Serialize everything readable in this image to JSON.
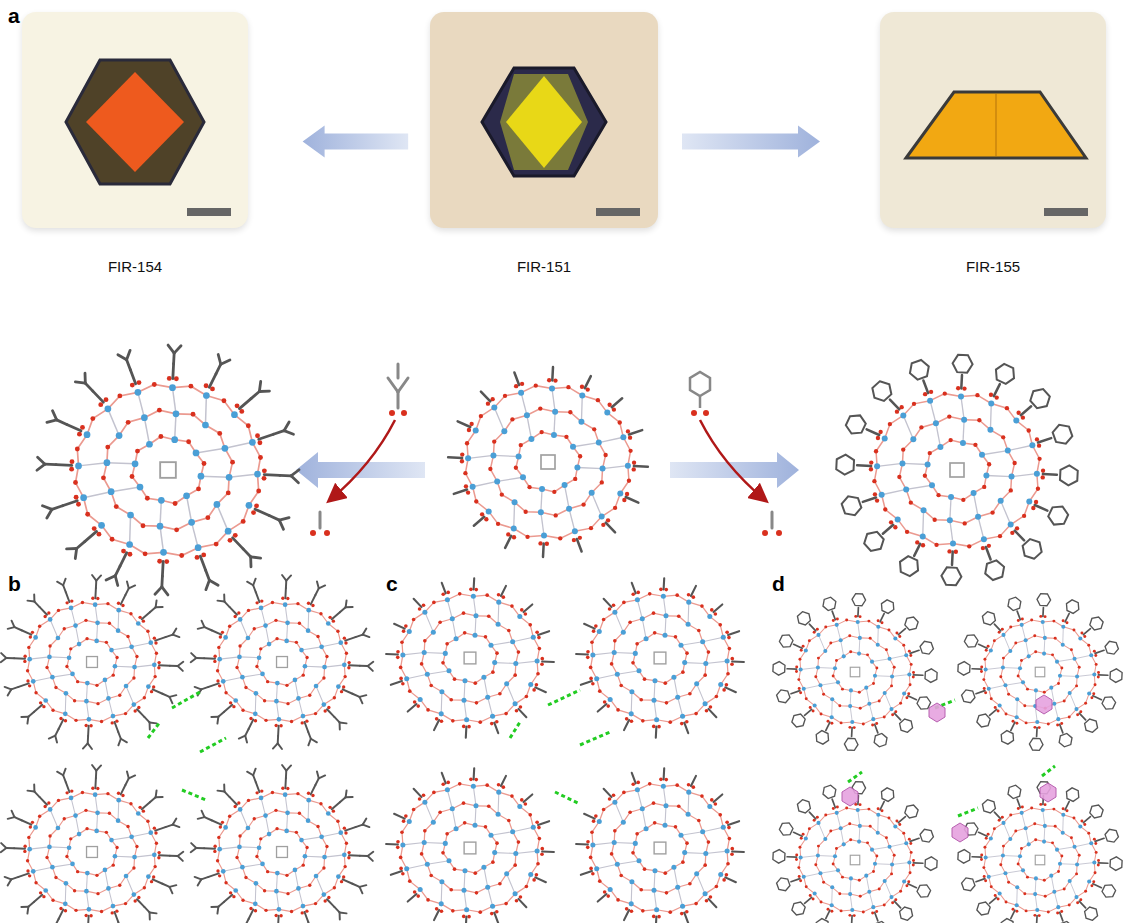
{
  "diagram": {
    "nodes": [
      {
        "text": [
          "FIR-154"
        ]
      },
      {
        "text": [
          "FIR-151"
        ]
      },
      {
        "text": [
          "FIR-155"
        ]
      }
    ],
    "edges": [
      {
        "from": 1,
        "to": 0,
        "arrow": "to"
      },
      {
        "from": 1,
        "to": 2,
        "arrow": "to"
      }
    ],
    "labels": [
      "a",
      "b",
      "c",
      "d"
    ]
  }
}
